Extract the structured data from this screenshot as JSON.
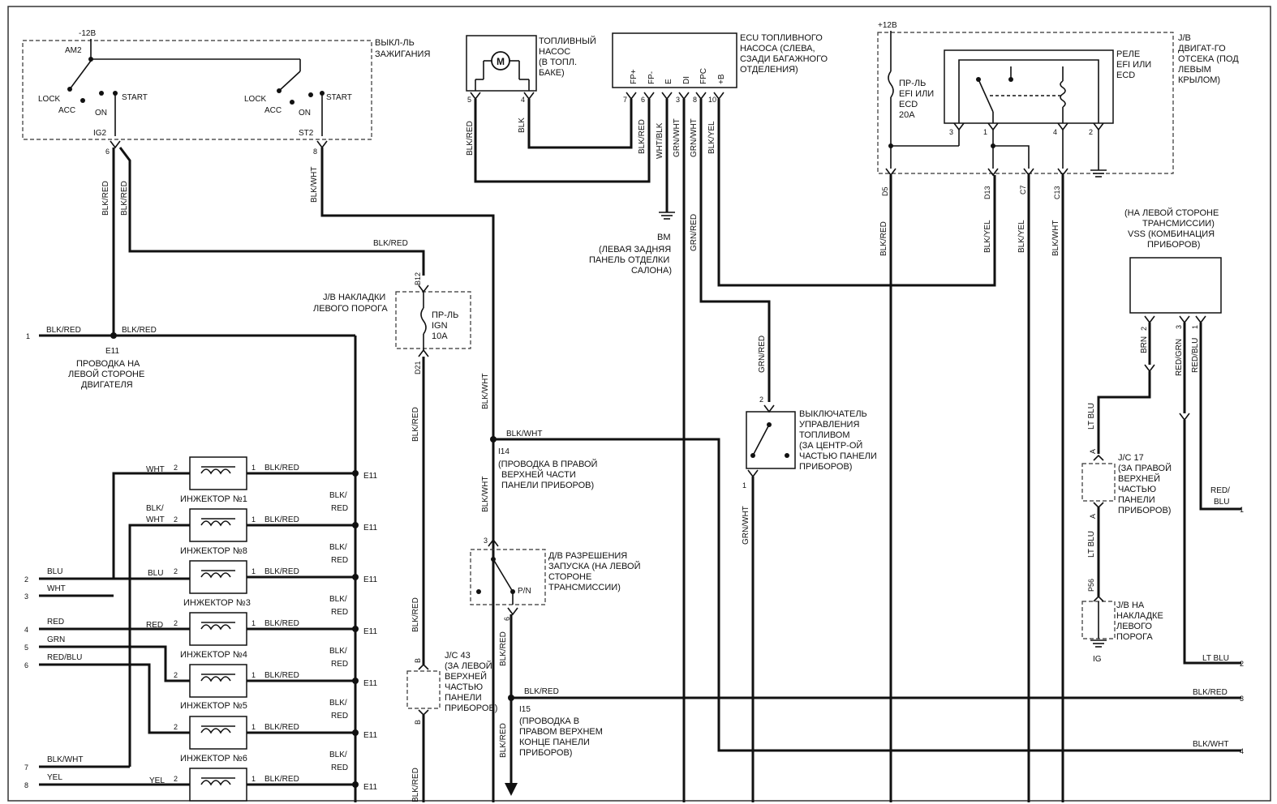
{
  "ignition_switch": {
    "voltage": "-12B",
    "title_l1": "ВЫКЛ-ЛЬ",
    "title_l2": "ЗАЖИГАНИЯ",
    "am2": "AM2",
    "lock_l": "LOCK",
    "acc_l": "ACC",
    "on_l": "ON",
    "start_l": "START",
    "lock_r": "LOCK",
    "acc_r": "ACC",
    "on_r": "ON",
    "start_r": "START",
    "ig2": "IG2",
    "st2": "ST2",
    "pin_ig2": "6",
    "pin_st2": "8"
  },
  "fuel_pump": {
    "l1": "ТОПЛИВНЫЙ",
    "l2": "НАСОС",
    "l3": "(В ТОПЛ.",
    "l4": "БАКЕ)",
    "motor": "M",
    "pin5": "5",
    "pin4": "4"
  },
  "ecu": {
    "l1": "ECU ТОПЛИВНОГО",
    "l2": "НАСОСА (СЛЕВА,",
    "l3": "СЗАДИ БАГАЖНОГО",
    "l4": "ОТДЕЛЕНИЯ)",
    "terms": [
      "FP+",
      "FP-",
      "E",
      "DI",
      "FPC",
      "+B"
    ],
    "pins": [
      "7",
      "6",
      "3",
      "8",
      "10"
    ]
  },
  "jb_engine": {
    "voltage": "+12B",
    "l1": "J/B",
    "l2": "ДВИГАТ-ГО",
    "l3": "ОТСЕКА (ПОД",
    "l4": "ЛЕВЫМ",
    "l5": "КРЫЛОМ)",
    "fuse_l1": "ПР-ЛЬ",
    "fuse_l2": "EFI ИЛИ",
    "fuse_l3": "ECD",
    "fuse_l4": "20A",
    "relay_l1": "РЕЛЕ",
    "relay_l2": "EFI ИЛИ",
    "relay_l3": "ECD",
    "pin3": "3",
    "pin1": "1",
    "pin4": "4",
    "pin2": "2",
    "d5": "D5",
    "d13": "D13",
    "c7": "C7",
    "c13": "C13"
  },
  "wires": {
    "blk_red": "BLK/RED",
    "blk_wht": "BLK/WHT",
    "blk": "BLK",
    "wht_blk": "WHT/BLK",
    "grn_wht": "GRN/WHT",
    "blk_yel": "BLK/YEL",
    "grn_red": "GRN/RED",
    "lt_blu": "LT BLU",
    "brn": "BRN",
    "red_grn": "RED/GRN",
    "red_blu": "RED/BLU",
    "wht": "WHT",
    "blu": "BLU",
    "red": "RED",
    "grn": "GRN",
    "yel": "YEL",
    "blk_slash": "BLK/",
    "red_word": "RED",
    "wht_word": "WHT",
    "red_slash": "RED/",
    "blu_word": "BLU"
  },
  "ground_bm": {
    "bm": "BM",
    "l1": "(ЛЕВАЯ ЗАДНЯЯ",
    "l2": "ПАНЕЛЬ ОТДЕЛКИ",
    "l3": "САЛОНА)"
  },
  "vss": {
    "l1": "(НА ЛЕВОЙ СТОРОНЕ",
    "l2": "ТРАНСМИССИИ)",
    "l3": "VSS (КОМБИНАЦИЯ",
    "l4": "ПРИБОРОВ)",
    "pin2": "2",
    "pin3": "3",
    "pin1": "1"
  },
  "jb_sill": {
    "l1": "J/B НАКЛАДКИ",
    "l2": "ЛЕВОГО ПОРОГА",
    "fuse_l1": "ПР-ЛЬ",
    "fuse_l2": "IGN",
    "fuse_l3": "10A",
    "b12": "B12",
    "d21": "D21"
  },
  "e11": {
    "code": "E11",
    "l1": "ПРОВОДКА НА",
    "l2": "ЛЕВОЙ СТОРОНЕ",
    "l3": "ДВИГАТЕЛЯ"
  },
  "i14": {
    "code": "I14",
    "l1": "(ПРОВОДКА В ПРАВОЙ",
    "l2": "ВЕРХНЕЙ ЧАСТИ",
    "l3": "ПАНЕЛИ ПРИБОРОВ)"
  },
  "i15": {
    "code": "I15",
    "l1": "(ПРОВОДКА В",
    "l2": "ПРАВОМ ВЕРХНЕМ",
    "l3": "КОНЦЕ ПАНЕЛИ",
    "l4": "ПРИБОРОВ)"
  },
  "fuel_cut_switch": {
    "l1": "ВЫКЛЮЧАТЕЛЬ",
    "l2": "УПРАВЛЕНИЯ",
    "l3": "ТОПЛИВОМ",
    "l4": "(ЗА ЦЕНТР-ОЙ",
    "l5": "ЧАСТЬЮ ПАНЕЛИ",
    "l6": "ПРИБОРОВ)",
    "pin2": "2",
    "pin1": "1"
  },
  "park_neutral": {
    "l1": "Д/В РАЗРЕШЕНИЯ",
    "l2": "ЗАПУСКА (НА ЛЕВОЙ",
    "l3": "СТОРОНЕ",
    "l4": "ТРАНСМИССИИ)",
    "pn": "P/N",
    "pin3": "3",
    "pin6": "6"
  },
  "jc43": {
    "l1": "J/C 43",
    "l2": "(ЗА ЛЕВОЙ",
    "l3": "ВЕРХНЕЙ",
    "l4": "ЧАСТЬЮ",
    "l5": "ПАНЕЛИ",
    "l6": "ПРИБОРОВ)",
    "pin_b": "B"
  },
  "jc17": {
    "l1": "J/C 17",
    "l2": "(ЗА ПРАВОЙ",
    "l3": "ВЕРХНЕЙ",
    "l4": "ЧАСТЬЮ",
    "l5": "ПАНЕЛИ",
    "l6": "ПРИБОРОВ)",
    "pin_a": "A"
  },
  "jb_sill2": {
    "p56": "P56",
    "l1": "J/B НА",
    "l2": "НАКЛАДКЕ",
    "l3": "ЛЕВОГО",
    "l4": "ПОРОГА",
    "ig": "IG"
  },
  "injectors": [
    {
      "label": "ИНЖЕКТОР №1"
    },
    {
      "label": "ИНЖЕКТОР №8"
    },
    {
      "label": "ИНЖЕКТОР №3"
    },
    {
      "label": "ИНЖЕКТОР №4"
    },
    {
      "label": "ИНЖЕКТОР №5"
    },
    {
      "label": "ИНЖЕКТОР №6"
    },
    {
      "label": ""
    }
  ],
  "inj_pins": {
    "p1": "1",
    "p2": "2"
  },
  "left_terminals": [
    "1",
    "2",
    "3",
    "4",
    "5",
    "6",
    "7",
    "8"
  ],
  "right_terminals": [
    "1",
    "2",
    "3",
    "4"
  ]
}
